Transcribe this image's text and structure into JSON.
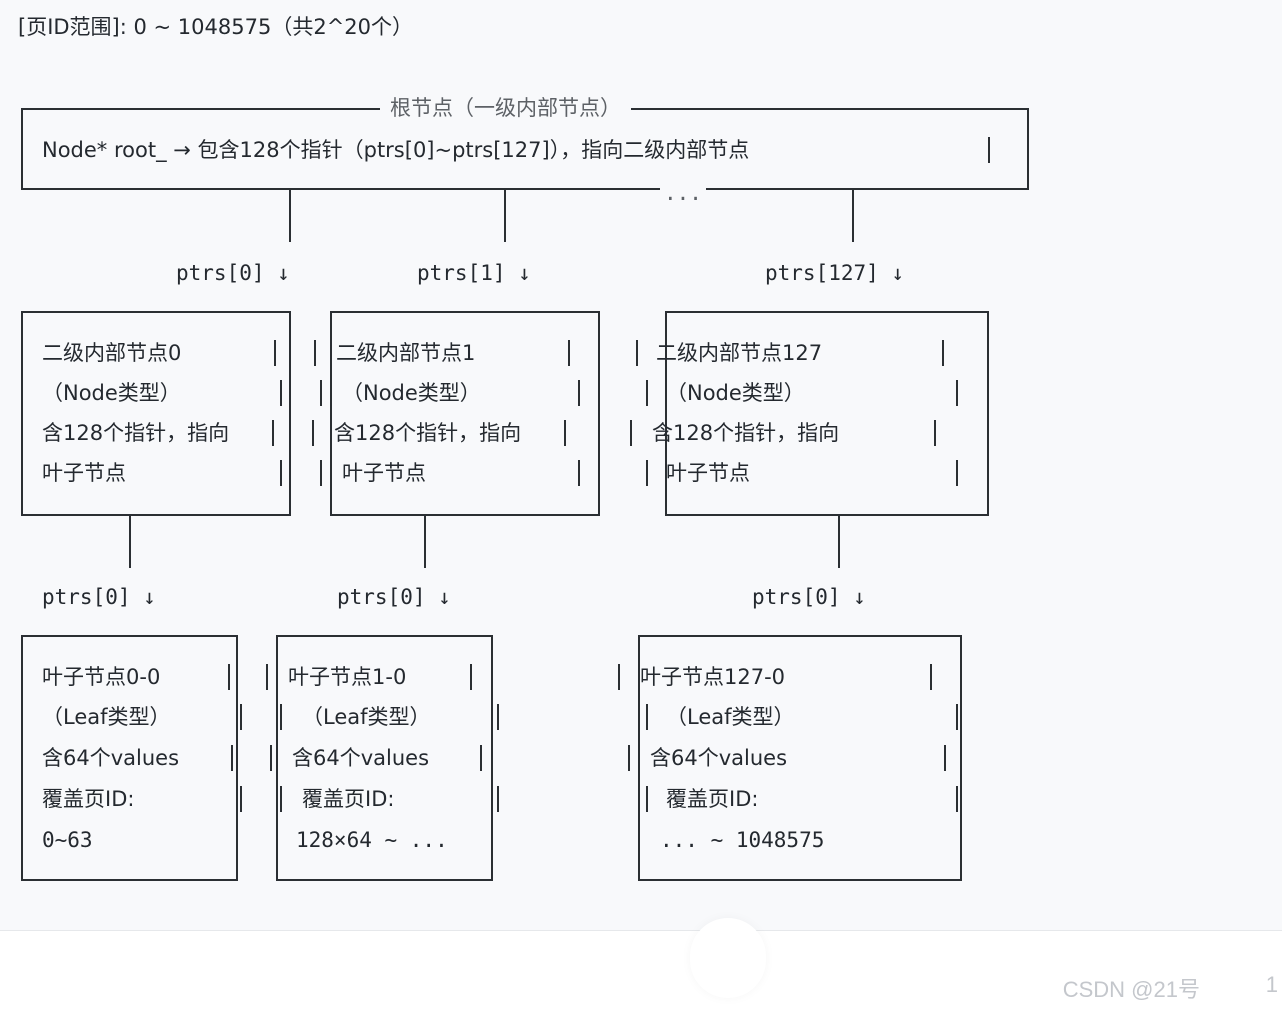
{
  "header": {
    "range_label": "[页ID范围]: 0 ~ 1048575（共2^20个）"
  },
  "root": {
    "title": "根节点（一级内部节点）",
    "line": "Node* root_ → 包含128个指针（ptrs[0]~ptrs[127]），指向二级内部节点",
    "ellipsis": "..."
  },
  "level1_pointers": [
    "ptrs[0] ↓",
    "ptrs[1] ↓",
    "ptrs[127] ↓"
  ],
  "internal_nodes": [
    {
      "title": "二级内部节点0",
      "type": "（Node类型）",
      "desc": "含128个指针，指向",
      "target": "叶子节点"
    },
    {
      "title": "二级内部节点1",
      "type": "（Node类型）",
      "desc": "含128个指针，指向",
      "target": "叶子节点"
    },
    {
      "title": "二级内部节点127",
      "type": "（Node类型）",
      "desc": "含128个指针，指向",
      "target": "叶子节点"
    }
  ],
  "level2_pointers": [
    "ptrs[0] ↓",
    "ptrs[0] ↓",
    "ptrs[0] ↓"
  ],
  "leaf_nodes": [
    {
      "title": "叶子节点0-0",
      "type": "（Leaf类型）",
      "values": "含64个values",
      "cover": "覆盖页ID:",
      "range": "0~63"
    },
    {
      "title": "叶子节点1-0",
      "type": "（Leaf类型）",
      "values": "含64个values",
      "cover": "覆盖页ID:",
      "range": "128×64 ~ ..."
    },
    {
      "title": "叶子节点127-0",
      "type": "（Leaf类型）",
      "values": "含64个values",
      "cover": "覆盖页ID:",
      "range": "... ~ 1048575"
    }
  ],
  "footer": {
    "watermark": "CSDN @21号",
    "corner": "1"
  }
}
